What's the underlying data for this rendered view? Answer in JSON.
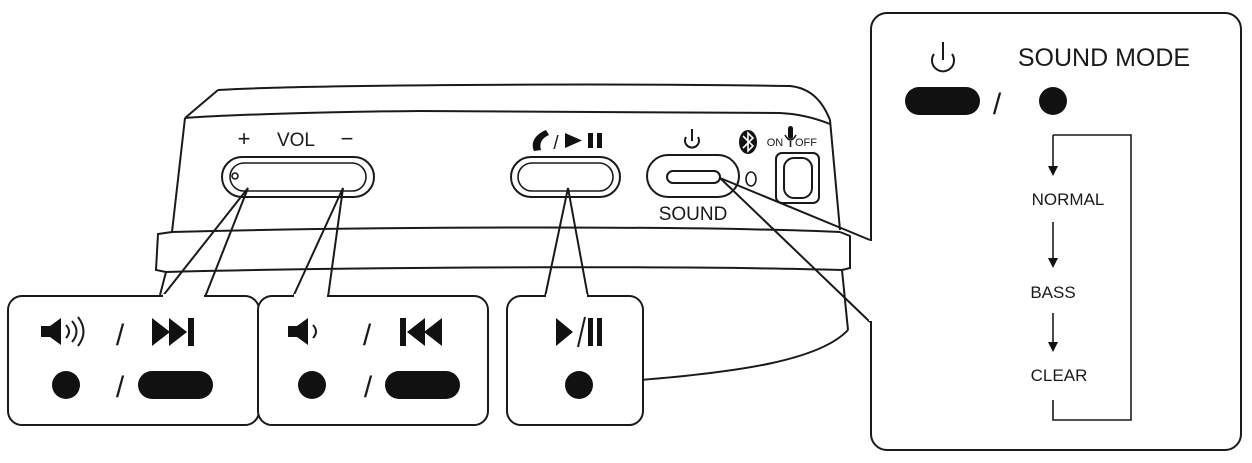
{
  "device": {
    "vol_label": "VOL",
    "vol_plus": "+",
    "vol_minus": "−",
    "sound_label": "SOUND",
    "switch_on": "ON",
    "switch_off": "OFF"
  },
  "callouts": {
    "vol_plus": {
      "slash_top": "/",
      "slash_bottom": "/"
    },
    "vol_minus": {
      "slash_top": "/",
      "slash_bottom": "/"
    },
    "play_pause": {}
  },
  "sound_mode_panel": {
    "title": "SOUND MODE",
    "slash": "/",
    "modes": [
      "NORMAL",
      "BASS",
      "CLEAR"
    ]
  },
  "icons": {
    "volume_up": "volume-up-icon",
    "volume_down": "volume-down-icon",
    "next_track": "next-track-icon",
    "previous_track": "previous-track-icon",
    "play_pause": "play-pause-icon",
    "phone": "phone-icon",
    "power": "power-icon",
    "bluetooth": "bluetooth-icon",
    "microphone": "microphone-icon"
  }
}
